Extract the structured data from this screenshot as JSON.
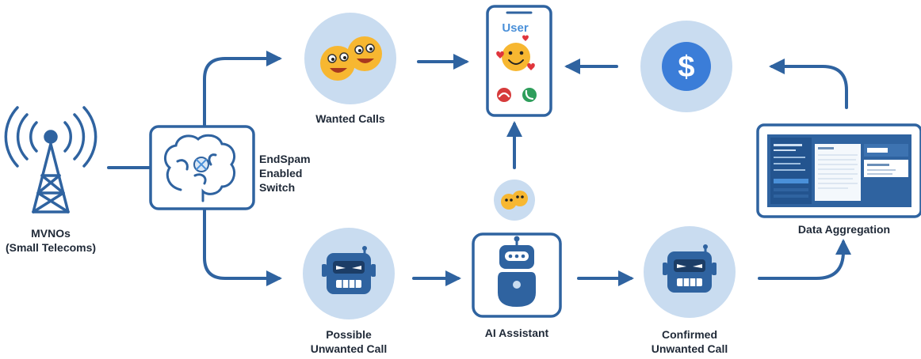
{
  "nodes": {
    "mvnos": {
      "line1": "MVNOs",
      "line2": "(Small Telecoms)",
      "icon": "cell-tower-icon"
    },
    "switch": {
      "line1": "EndSpam",
      "line2": "Enabled",
      "line3": "Switch",
      "icon": "brain-icon"
    },
    "wanted": {
      "label": "Wanted Calls",
      "icon": "happy-faces-icon"
    },
    "user": {
      "label": "User",
      "icon": "smiling-face-icon"
    },
    "money": {
      "symbol": "$",
      "icon": "dollar-icon"
    },
    "data": {
      "label": "Data Aggregation",
      "icon": "dashboard-screen-icon"
    },
    "possible": {
      "line1": "Possible",
      "line2": "Unwanted Call",
      "icon": "angry-robot-icon"
    },
    "ai": {
      "label": "AI Assistant",
      "icon": "robot-assistant-icon"
    },
    "confirmed": {
      "line1": "Confirmed",
      "line2": "Unwanted Call",
      "icon": "angry-robot-icon"
    }
  },
  "colors": {
    "primary": "#2f63a0",
    "light_circle": "#c9dcf0",
    "emoji": "#f7b731",
    "reject": "#d63b3b",
    "accept": "#2e9e5b",
    "text": "#1f2937"
  }
}
